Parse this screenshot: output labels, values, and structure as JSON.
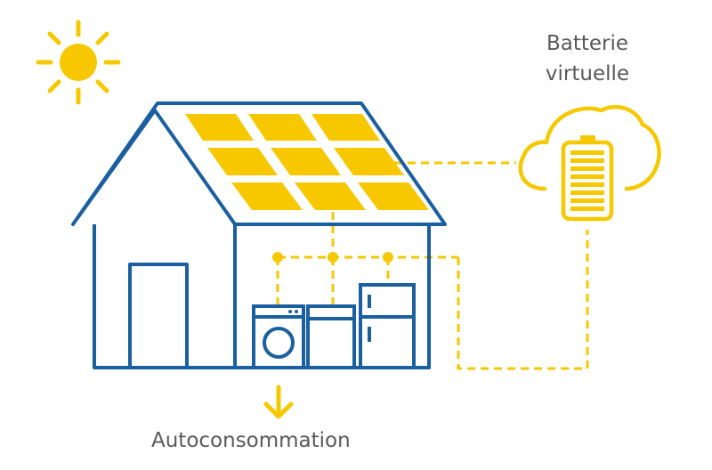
{
  "labels": {
    "battery_line1": "Batterie",
    "battery_line2": "virtuelle",
    "self_consumption": "Autoconsommation"
  },
  "colors": {
    "house_outline": "#1a5fa0",
    "solar_yellow": "#f7c800",
    "wire_yellow": "#f5c800",
    "text_gray": "#58595b"
  },
  "icons": [
    "sun-icon",
    "house-icon",
    "solar-panel-icon",
    "washing-machine-icon",
    "dishwasher-icon",
    "fridge-icon",
    "cloud-icon",
    "battery-icon",
    "down-arrow-icon"
  ]
}
